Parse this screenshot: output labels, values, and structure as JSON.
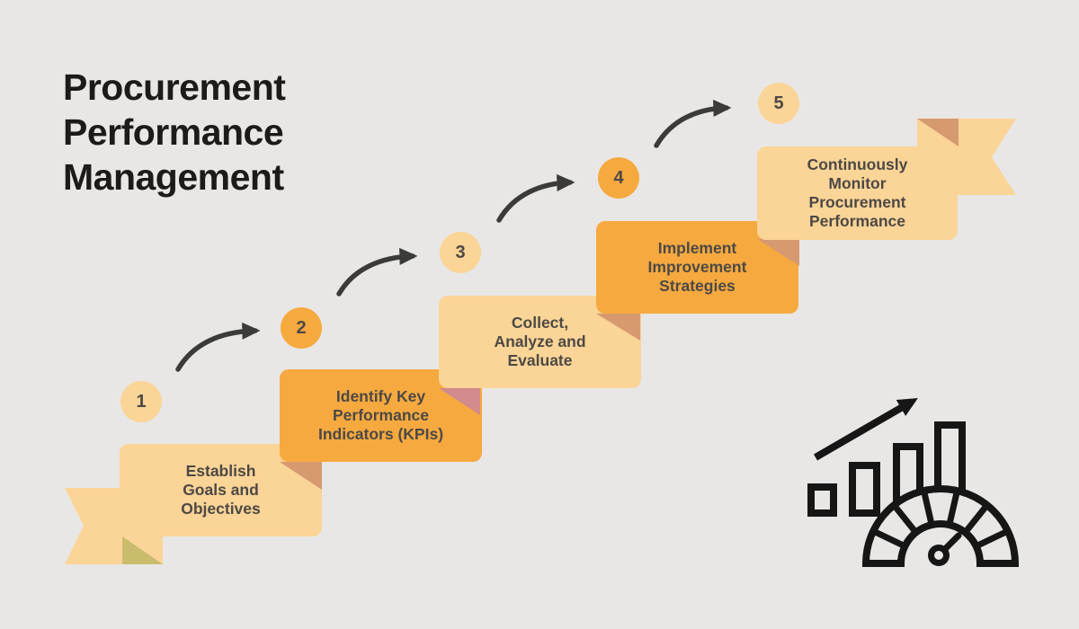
{
  "title": "Procurement\nPerformance\nManagement",
  "steps": [
    {
      "number": "1",
      "label": "Establish\nGoals and\nObjectives",
      "tone": "light"
    },
    {
      "number": "2",
      "label": "Identify Key\nPerformance\nIndicators (KPIs)",
      "tone": "orange"
    },
    {
      "number": "3",
      "label": "Collect,\nAnalyze and\nEvaluate",
      "tone": "light"
    },
    {
      "number": "4",
      "label": "Implement\nImprovement\nStrategies",
      "tone": "orange"
    },
    {
      "number": "5",
      "label": "Continuously\nMonitor\nProcurement\nPerformance",
      "tone": "light"
    }
  ],
  "icons": {
    "metric_icon": "bar-chart-gauge-rising-arrow-icon",
    "step_arrows": "curved-up-right-arrow"
  },
  "colors": {
    "background": "#E8E7E5",
    "box_light": "#FBD497",
    "box_orange": "#F6A93F",
    "fold_salmon": "#D79A70",
    "fold_rose": "#D28A8C",
    "fold_olive": "#C9BC6D",
    "arrow": "#3B3B39",
    "title_text": "#1C1B1A",
    "step_text": "#4C4945",
    "icon": "#161616"
  }
}
